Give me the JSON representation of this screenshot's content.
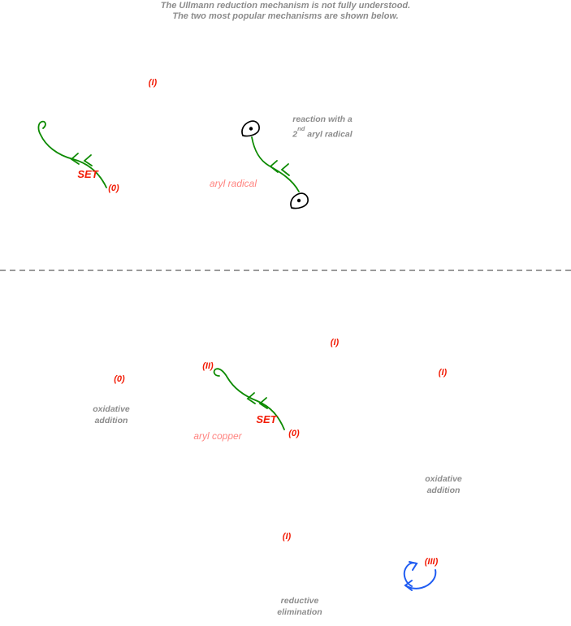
{
  "title": {
    "line1": "The Ullmann reduction mechanism is not fully understood.",
    "line2": "The two most popular mechanisms are shown below."
  },
  "colors": {
    "label_red": "#f21b05",
    "salmon": "#ff8480",
    "gray_text": "#8c8c8c",
    "green": "#0c8a00",
    "blue": "#1f5cf2",
    "dash_gray": "#9a9a9a"
  },
  "top_mechanism": {
    "state_I": "(I)",
    "set_label": "SET",
    "state_0": "(0)",
    "aryl_radical_label": "aryl radical",
    "note_line1": "reaction with a",
    "note_prefix": "2",
    "note_sup": "nd",
    "note_suffix": " aryl radical"
  },
  "bottom_mechanism": {
    "state_I_top": "(I)",
    "state_II": "(II)",
    "state_I_right": "(I)",
    "state_0_left": "(0)",
    "oxidative_addition_left_line1": "oxidative",
    "oxidative_addition_left_line2": "addition",
    "set_label": "SET",
    "state_0_mid": "(0)",
    "aryl_copper_label": "aryl copper",
    "oxidative_addition_right_line1": "oxidative",
    "oxidative_addition_right_line2": "addition",
    "state_I_center": "(I)",
    "state_III": "(III)",
    "reductive_elimination_line1": "reductive",
    "reductive_elimination_line2": "elimination"
  }
}
